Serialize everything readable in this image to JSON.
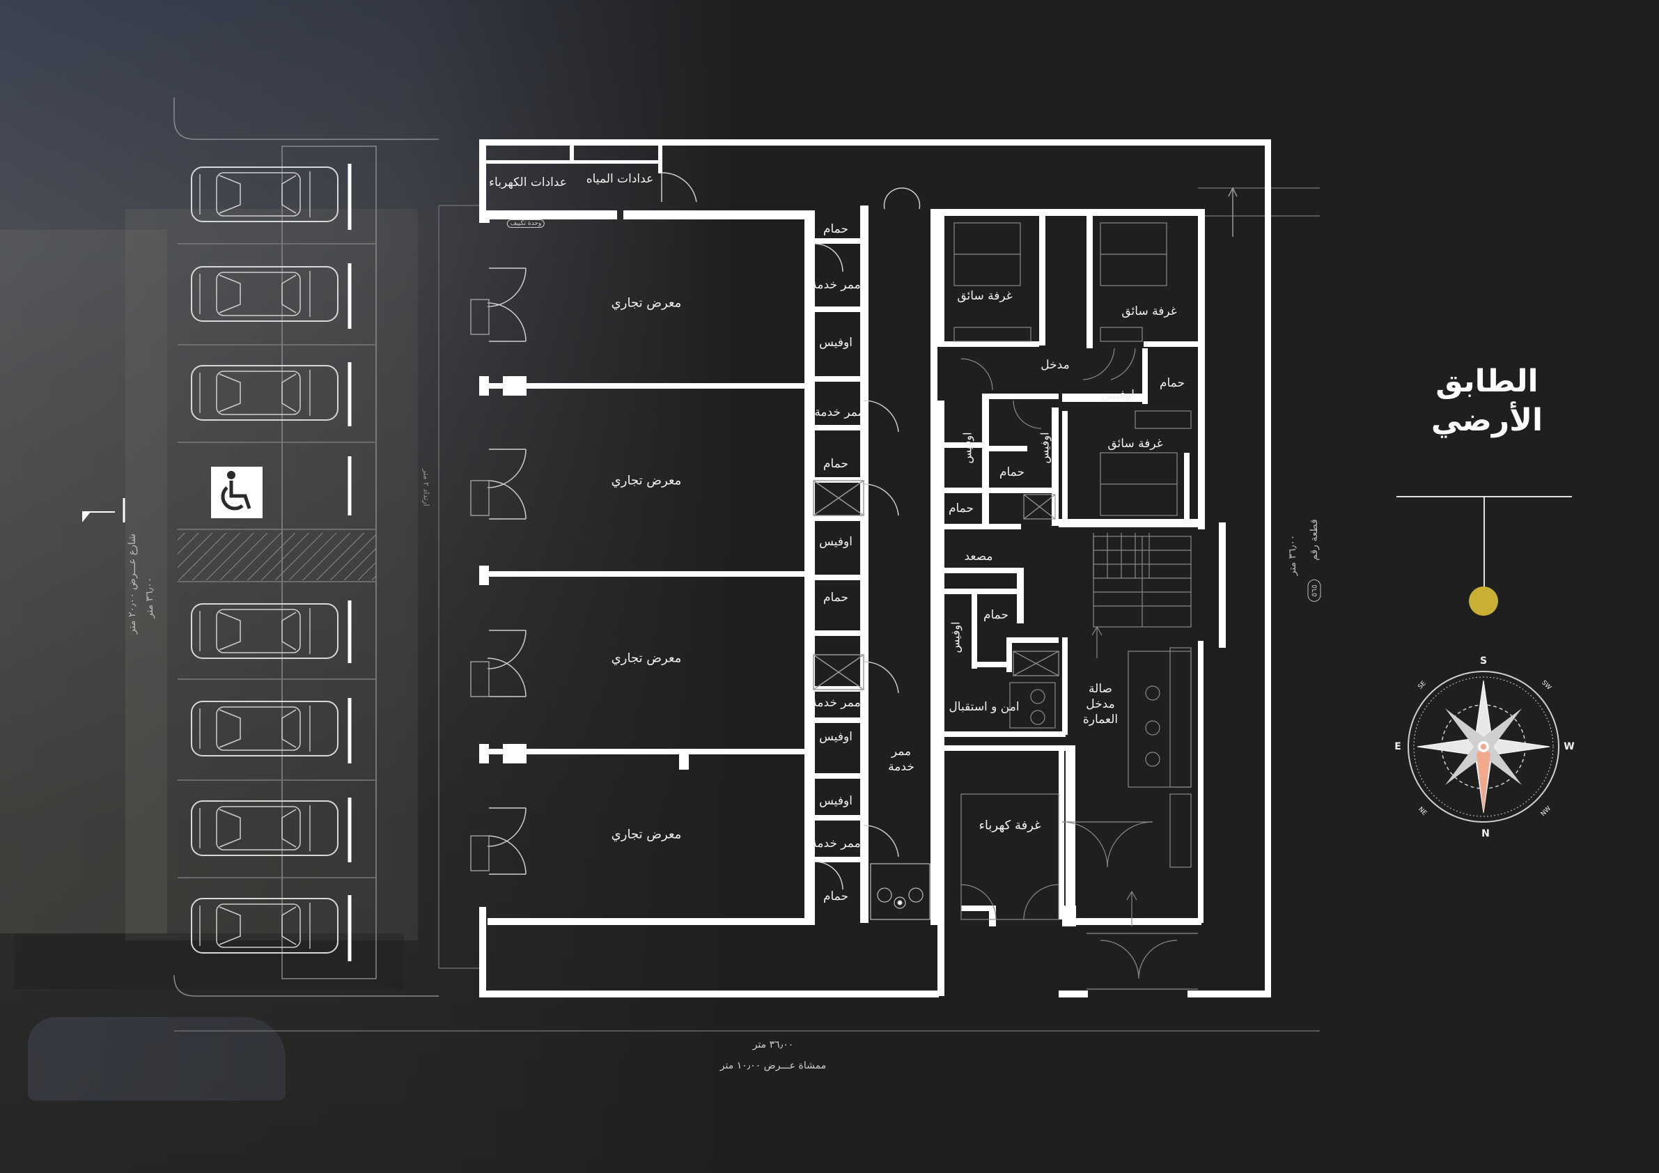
{
  "title": {
    "line1": "الطابق",
    "line2": "الأرضي"
  },
  "colors": {
    "background": "#1f1f20",
    "walls": "#ffffff",
    "accent": "#c9b035",
    "compass_needle": "#f0a98c"
  },
  "rooms": {
    "electric_meters": "عدادات الكهرباء",
    "water_meters": "عدادات المياه",
    "showroom_1": "معرض تجاري",
    "showroom_2": "معرض تجاري",
    "showroom_3": "معرض تجاري",
    "showroom_4": "معرض تجاري",
    "bath_1": "حمام",
    "service_corridor_1": "ممر خدمة",
    "office_1": "اوفيس",
    "service_corridor_2": "ممر خدمة",
    "bath_2": "حمام",
    "office_2": "اوفيس",
    "bath_3": "حمام",
    "service_corridor_3": "ممر خدمة",
    "office_3": "اوفيس",
    "office_4": "اوفيس",
    "service_corridor_4": "ممر خدمة",
    "bath_4": "حمام",
    "service_passage": "ممر خدمة",
    "driver_room_1": "غرفة سائق",
    "driver_room_2": "غرفة سائق",
    "driver_room_3": "غرفة سائق",
    "entrance": "مدخل",
    "bath_5": "حمام",
    "office_5": "اوفيس",
    "office_6": "اوفيس",
    "office_7": "اوفيس",
    "bath_6": "حمام",
    "bath_7": "حمام",
    "elevator": "مصعد",
    "bath_8": "حمام",
    "office_8": "اوفيس",
    "security_reception": "امن و استقبال",
    "building_lobby": "صالة مدخل العمارة",
    "electrical_room": "غرفة كهرباء"
  },
  "annotations": {
    "street_label": "شارع عـــرض ٢٠٫٠٠ متر",
    "street_depth": "٣٦٫٠٠ متر",
    "plot_label": "قطعة رقم",
    "plot_number": "٥٦٥",
    "plot_depth": "٣٦٫٠٠ متر",
    "bottom_dim": "٣٦٫٠٠ متر",
    "walkway": "ممشاة عـــرض ١٠٫٠٠ متر",
    "setback_note": "ارتداد ٢ متر",
    "small_tag": "وحدة تكييف"
  },
  "compass": {
    "north": "N",
    "south": "S",
    "east": "E",
    "west": "W",
    "ne": "NE",
    "nw": "NW",
    "se": "SE",
    "sw": "SW"
  },
  "parking": {
    "spaces": 8,
    "accessible_spaces": 1
  }
}
